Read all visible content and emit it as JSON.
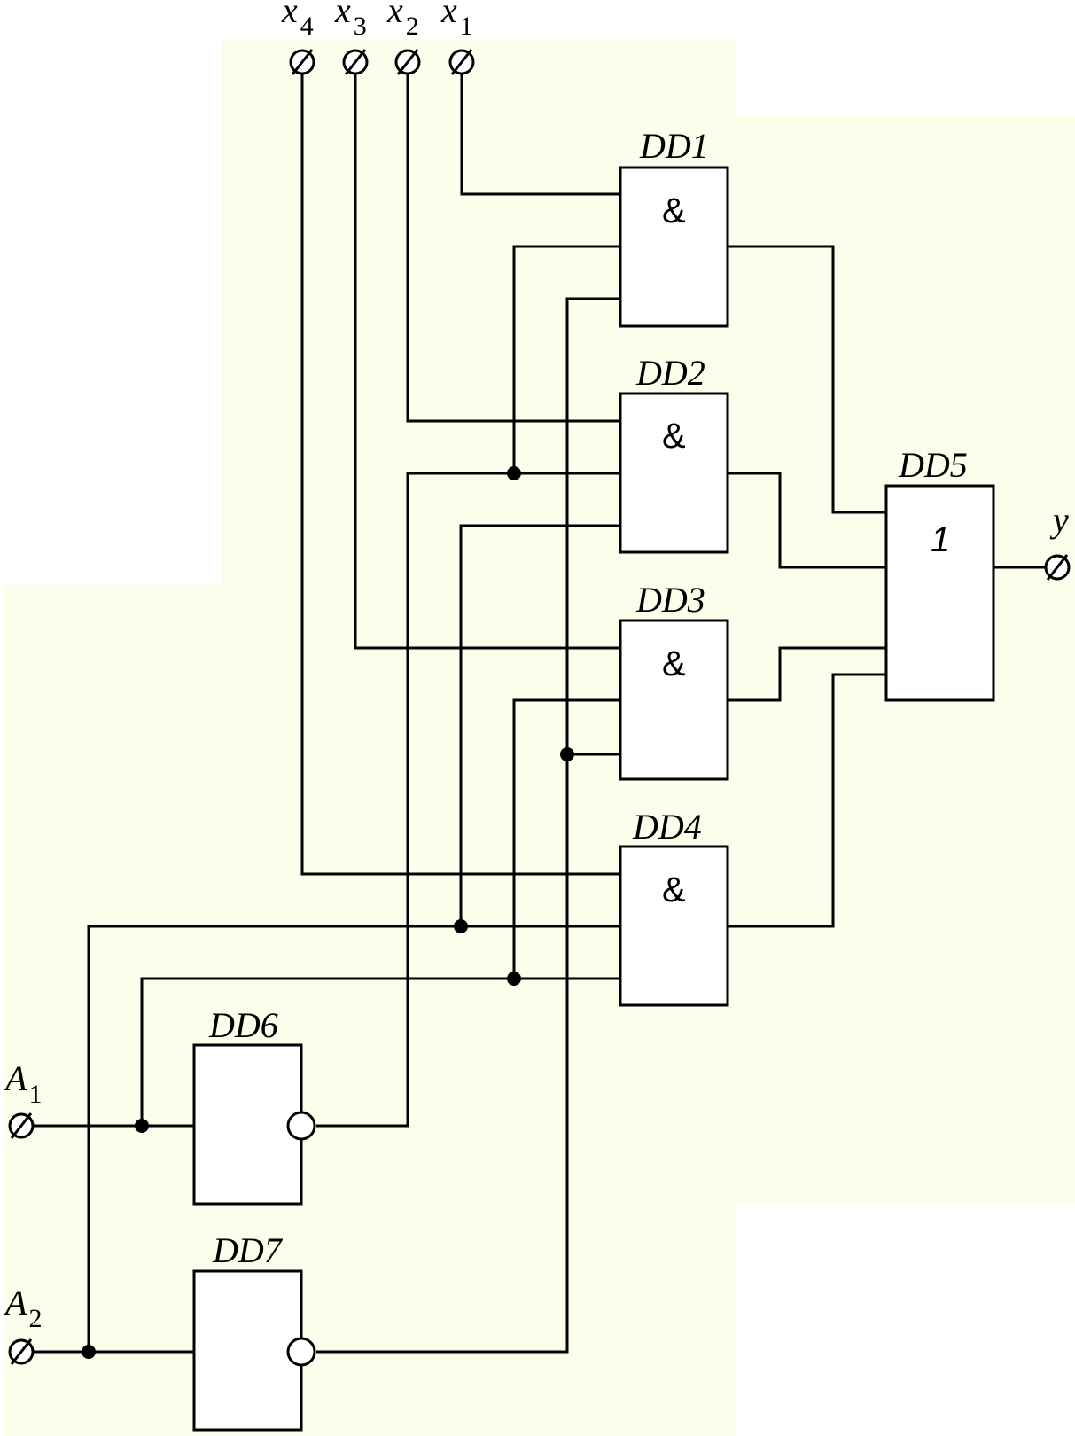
{
  "background_color": "#fdfdec",
  "inputs": {
    "x4": {
      "base": "x",
      "sub": "4"
    },
    "x3": {
      "base": "x",
      "sub": "3"
    },
    "x2": {
      "base": "x",
      "sub": "2"
    },
    "x1": {
      "base": "x",
      "sub": "1"
    },
    "a1": {
      "base": "A",
      "sub": "1"
    },
    "a2": {
      "base": "A",
      "sub": "2"
    }
  },
  "output": {
    "label": "y"
  },
  "gates": {
    "dd1": {
      "name": "DD1",
      "symbol": "&"
    },
    "dd2": {
      "name": "DD2",
      "symbol": "&"
    },
    "dd3": {
      "name": "DD3",
      "symbol": "&"
    },
    "dd4": {
      "name": "DD4",
      "symbol": "&"
    },
    "dd5": {
      "name": "DD5",
      "symbol": "1"
    },
    "dd6": {
      "name": "DD6"
    },
    "dd7": {
      "name": "DD7"
    }
  }
}
